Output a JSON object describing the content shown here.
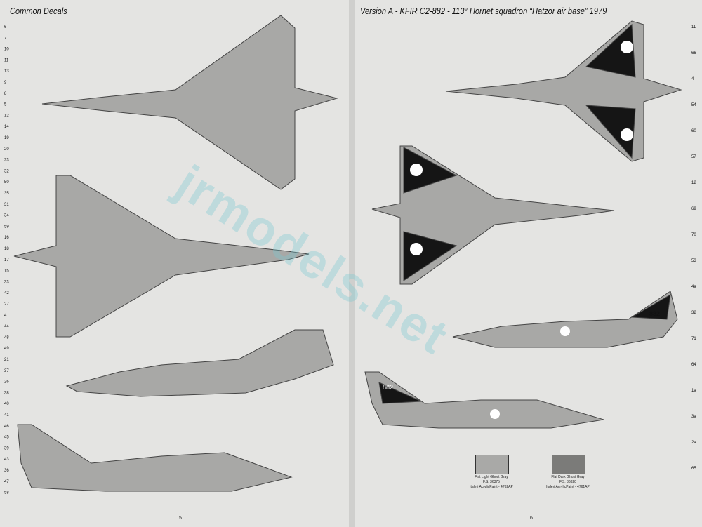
{
  "left_page": {
    "title": "Common Decals",
    "page_number": "5",
    "callouts": [
      "6",
      "7",
      "10",
      "11",
      "13",
      "9",
      "8",
      "5",
      "12",
      "14",
      "19",
      "20",
      "23",
      "32",
      "50",
      "35",
      "31",
      "34",
      "59",
      "16",
      "18",
      "17",
      "15",
      "33",
      "42",
      "27",
      "4",
      "44",
      "48",
      "49",
      "21",
      "37",
      "26",
      "38",
      "40",
      "41",
      "46",
      "45",
      "39",
      "43",
      "36",
      "47",
      "58"
    ]
  },
  "right_page": {
    "title": "Version A - KFIR C2-882 - 113° Hornet squadron “Hatzor air base” 1979",
    "page_number": "6",
    "callouts": [
      "11",
      "66",
      "4",
      "54",
      "60",
      "57",
      "12",
      "69",
      "70",
      "53",
      "4a",
      "32",
      "71",
      "64",
      "1a",
      "3a",
      "2a",
      "65"
    ],
    "tail_code": "882",
    "paints": [
      {
        "name": "Flat Light Ghost Gray",
        "fs": "F.S. 36375",
        "italeri": "Italeri AcrylicPaint - 4762AP",
        "color": "#a9a9a7"
      },
      {
        "name": "Flat Dark Ghost Gray",
        "fs": "F.S. 36320",
        "italeri": "Italeri AcrylicPaint - 4761AP",
        "color": "#7b7b79"
      }
    ]
  },
  "watermark": "jrmodels.net",
  "colors": {
    "paper": "#e4e4e2",
    "aircraft": "#a8a8a6",
    "black_band": "#151515",
    "roundel_blue": "#1c2f8a"
  }
}
